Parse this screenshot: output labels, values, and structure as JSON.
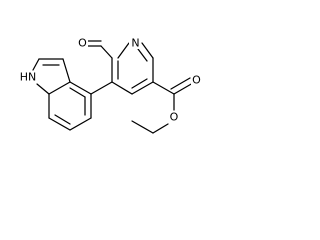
{
  "structure": {
    "atoms": {
      "ring_nitrogen": "N",
      "aldehyde_oxygen": "O",
      "carbonyl_oxygen": "O",
      "ester_oxygen": "O",
      "indole_nh": "HN"
    }
  }
}
